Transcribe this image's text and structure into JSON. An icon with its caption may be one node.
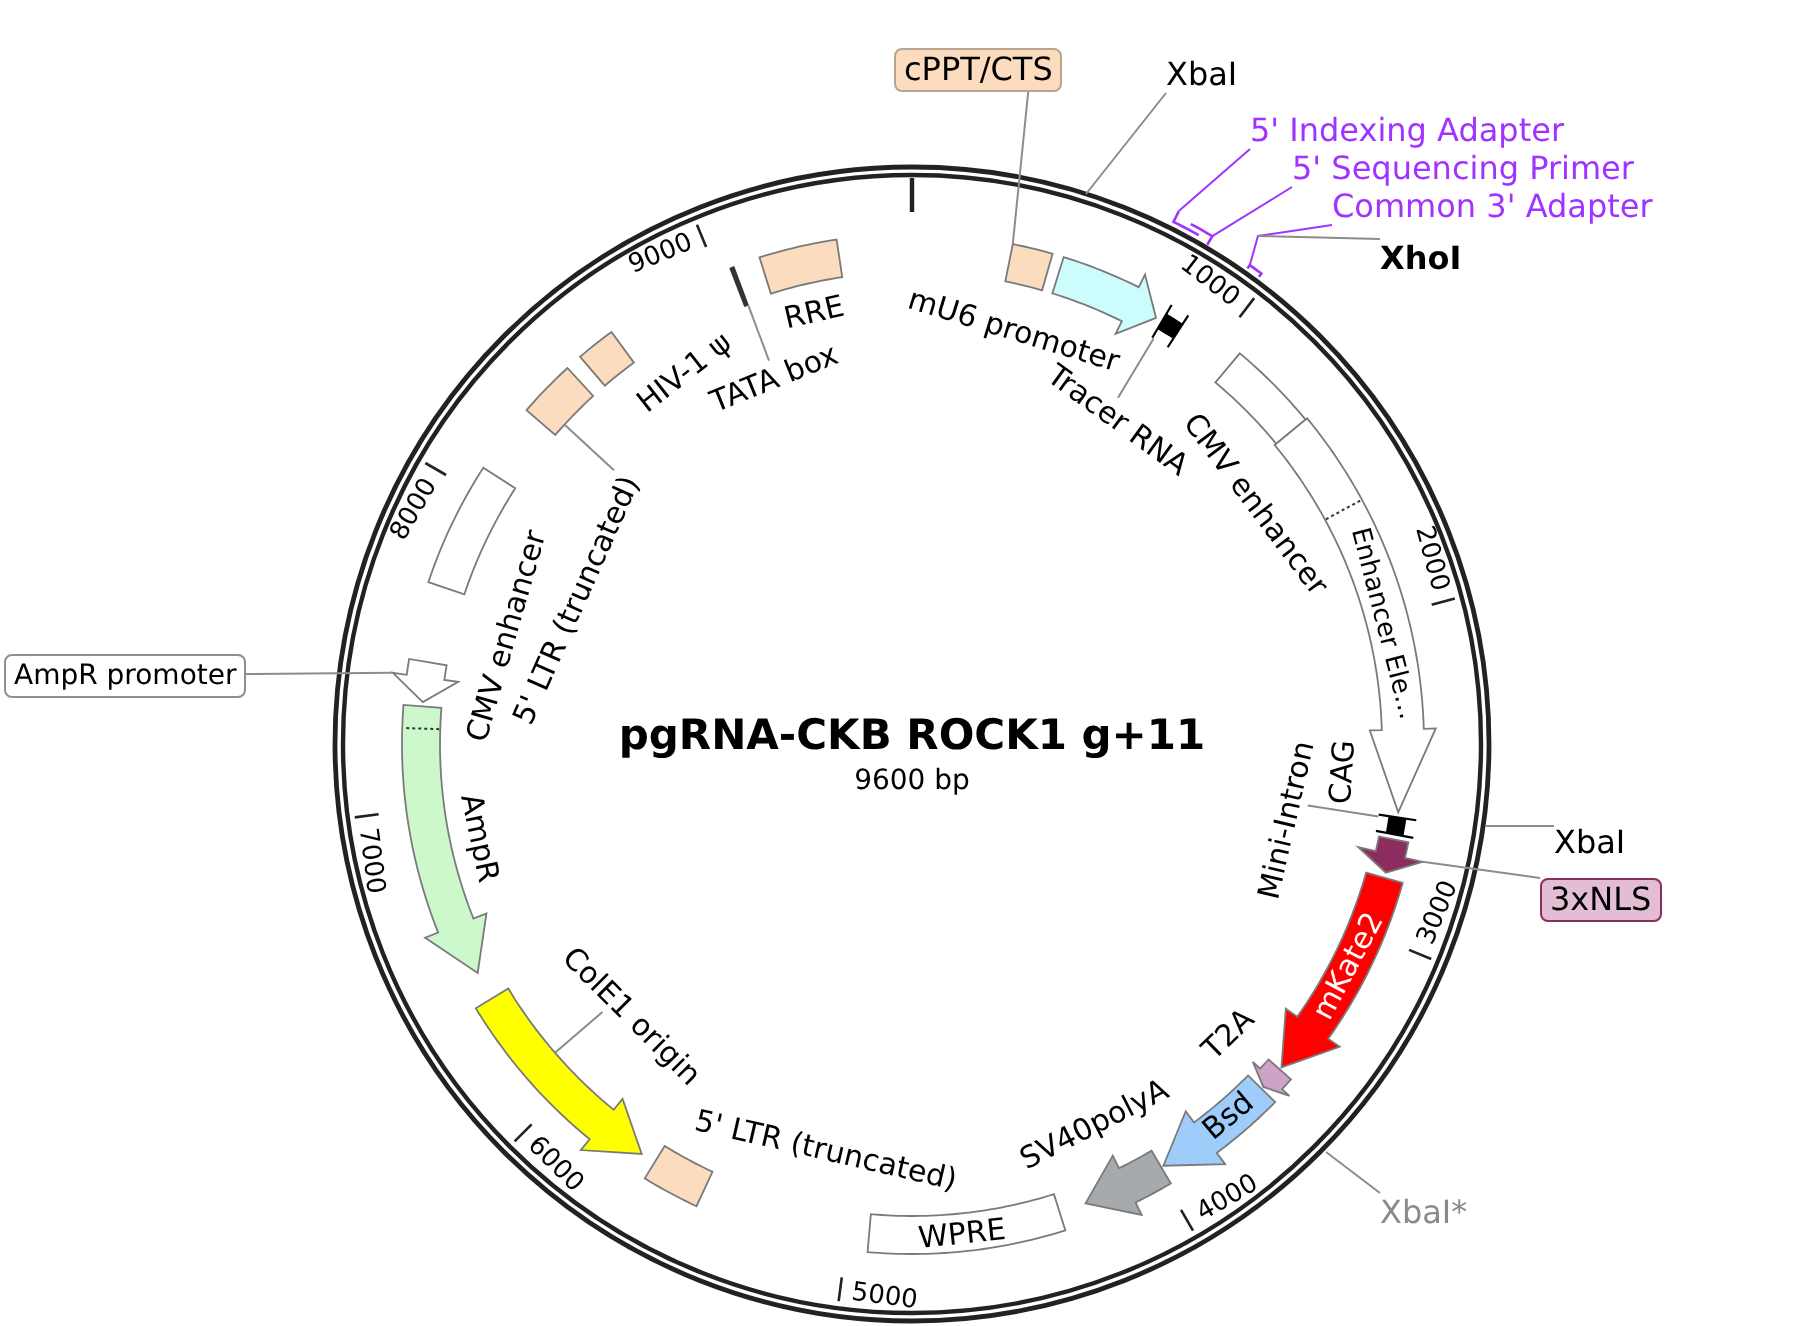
{
  "diagram": {
    "title": "pgRNA-CKB ROCK1 g+11",
    "nodes": [
      {
        "text": [
          "cPPT/CTS"
        ]
      },
      {
        "text": [],
        "shape": "box"
      },
      {
        "text": [
          "XbaI"
        ]
      },
      {
        "text": [
          "5' Indexing Adapter"
        ]
      },
      {
        "text": [
          "5' Sequencing Primer"
        ]
      },
      {
        "text": [
          "Common 3' Adapter"
        ]
      },
      {
        "text": [],
        "shape": "bracket"
      },
      {
        "text": [],
        "shape": "bracket"
      },
      {
        "text": [],
        "shape": "bracket"
      },
      {
        "text": [
          "XhoI"
        ]
      },
      {
        "text": [],
        "shape": "arrow",
        "beside": [
          "mU6 promoter"
        ]
      },
      {
        "text": [
          "Tracer RNA"
        ]
      },
      {
        "text": [],
        "shape": "bar"
      },
      {
        "text": [],
        "shape": "box",
        "beside": [
          "CMV enhancer"
        ]
      },
      {
        "text": [
          "Enhancer Ele…"
        ],
        "beside": [
          "CAG"
        ]
      },
      {
        "text": [
          "Mini-Intron"
        ]
      },
      {
        "text": [],
        "shape": "bar"
      },
      {
        "text": [
          "XbaI"
        ]
      },
      {
        "text": [
          "3xNLS"
        ]
      },
      {
        "text": [],
        "shape": "arrow"
      },
      {
        "text": [
          "mKate2"
        ]
      },
      {
        "text": [],
        "shape": "arrow",
        "beside": [
          "T2A"
        ]
      },
      {
        "text": [
          "Bsd"
        ]
      },
      {
        "text": [
          "XbaI*"
        ]
      },
      {
        "text": [],
        "shape": "arrow",
        "beside": [
          "SV40polyA"
        ]
      },
      {
        "text": [
          "WPRE"
        ]
      },
      {
        "text": [],
        "shape": "box",
        "beside": [
          "5' LTR (truncated)"
        ]
      },
      {
        "text": [
          "ColE1 origin"
        ]
      },
      {
        "text": [],
        "shape": "arrow"
      },
      {
        "text": [],
        "shape": "arrow",
        "beside": [
          "AmpR"
        ]
      },
      {
        "text": [
          "AmpR promoter"
        ]
      },
      {
        "text": [],
        "shape": "arrow"
      },
      {
        "text": [],
        "shape": "box",
        "beside": [
          "CMV enhancer"
        ]
      },
      {
        "text": [
          "5' LTR (truncated)"
        ]
      },
      {
        "text": [],
        "shape": "box"
      },
      {
        "text": [],
        "shape": "box",
        "beside": [
          "HIV-1 ψ"
        ]
      },
      {
        "text": [
          "TATA box"
        ]
      },
      {
        "text": [],
        "shape": "bar"
      },
      {
        "text": [],
        "shape": "box",
        "beside": [
          "RRE"
        ]
      }
    ],
    "edges": [
      {
        "from": 0,
        "to": 1,
        "arrow": "none"
      },
      {
        "from": 2,
        "to": null,
        "arrow": "none"
      },
      {
        "from": 3,
        "to": 6,
        "arrow": "none",
        "color": "#a033ff"
      },
      {
        "from": 4,
        "to": 7,
        "arrow": "none",
        "color": "#a033ff"
      },
      {
        "from": 5,
        "to": 8,
        "arrow": "none",
        "color": "#a033ff"
      },
      {
        "from": 9,
        "to": null,
        "arrow": "none"
      },
      {
        "from": 11,
        "to": 12,
        "arrow": "none"
      },
      {
        "from": 15,
        "to": 16,
        "arrow": "none"
      },
      {
        "from": 17,
        "to": null,
        "arrow": "none"
      },
      {
        "from": 18,
        "to": 19,
        "arrow": "none"
      },
      {
        "from": 23,
        "to": null,
        "arrow": "none"
      },
      {
        "from": 27,
        "to": 28,
        "arrow": "none"
      },
      {
        "from": 30,
        "to": 31,
        "arrow": "none"
      },
      {
        "from": 33,
        "to": 34,
        "arrow": "none"
      },
      {
        "from": 36,
        "to": 37,
        "arrow": "none"
      }
    ],
    "labels": [
      "9600 bp",
      "1000",
      "2000",
      "3000",
      "4000",
      "5000",
      "6000",
      "7000",
      "8000",
      "9000"
    ]
  }
}
